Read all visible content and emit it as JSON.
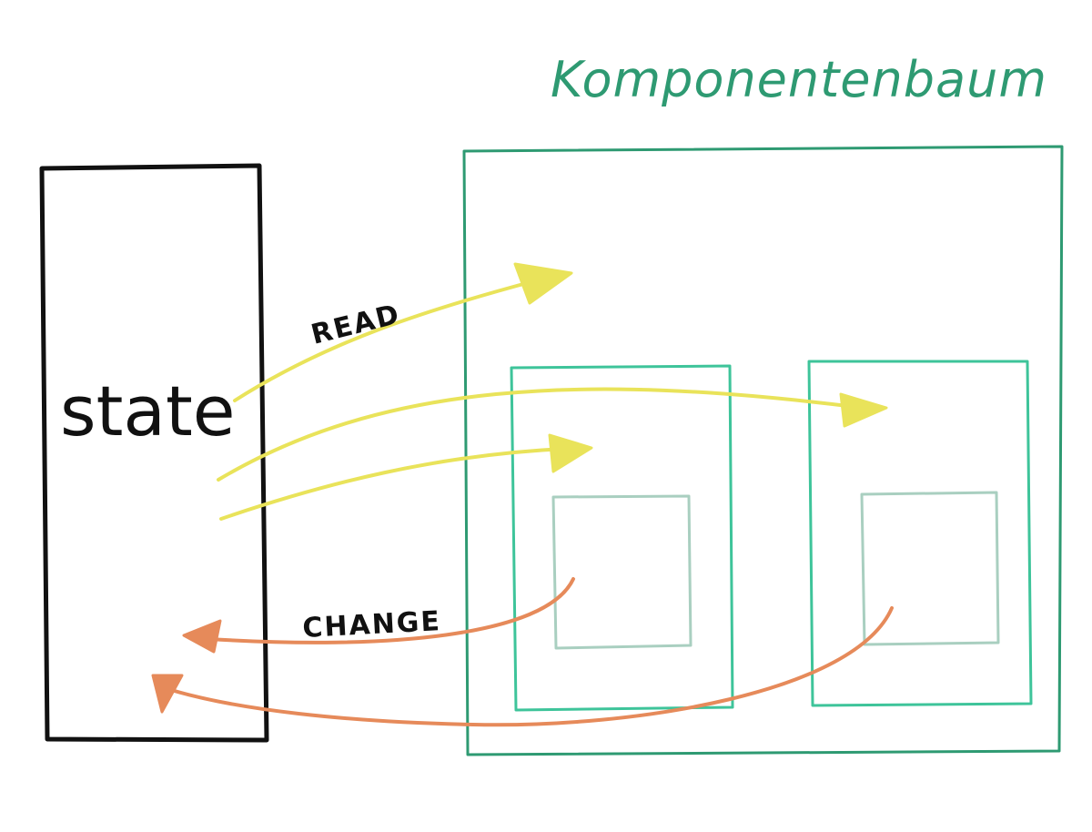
{
  "title": "Komponentenbaum",
  "state_label": "state",
  "read_label": "READ",
  "change_label": "CHANGE",
  "colors": {
    "ink": "#111111",
    "tree_green": "#2e9a72",
    "child_green": "#3ec49a",
    "grandchild_green": "#a9cfc0",
    "read_yellow": "#e9e35a",
    "change_orange": "#e68a5a"
  }
}
